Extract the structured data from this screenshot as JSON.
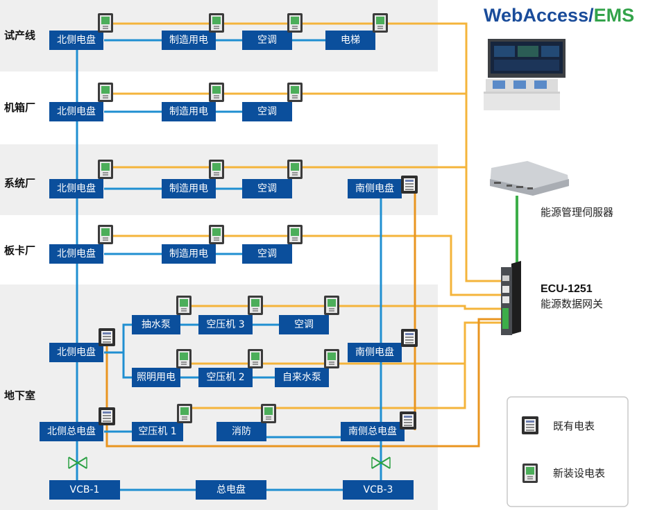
{
  "brand": {
    "part1": "WebAccess/",
    "part2": "EMS",
    "color1": "#1a4c9a",
    "color2": "#33a34a"
  },
  "colors": {
    "band": "#efefef",
    "box": "#0b4f9c",
    "blue_line": "#1f8fd1",
    "yellow_line": "#f4b43b",
    "orange_line": "#e99520",
    "green_line": "#3dae49"
  },
  "floors": {
    "shiyan": "试产线",
    "jixiang": "机箱厂",
    "xitong": "系统厂",
    "banka": "板卡厂",
    "dixia": "地下室"
  },
  "boxes": {
    "f1_north": "北侧电盘",
    "f1_mfg": "制造用电",
    "f1_ac": "空调",
    "f1_elevator": "电梯",
    "f2_north": "北侧电盘",
    "f2_mfg": "制造用电",
    "f2_ac": "空调",
    "f3_north": "北侧电盘",
    "f3_mfg": "制造用电",
    "f3_ac": "空调",
    "f3_south": "南侧电盘",
    "f4_north": "北侧电盘",
    "f4_mfg": "制造用电",
    "f4_ac": "空调",
    "b_pump": "抽水泵",
    "b_comp3": "空压机 3",
    "b_ac": "空调",
    "b_north": "北侧电盘",
    "b_south": "南侧电盘",
    "b_light": "照明用电",
    "b_comp2": "空压机 2",
    "b_water": "自来水泵",
    "b_north_main": "北侧总电盘",
    "b_comp1": "空压机 1",
    "b_fire": "消防",
    "b_south_main": "南侧总电盘",
    "vcb1": "VCB-1",
    "main_panel": "总电盘",
    "vcb3": "VCB-3"
  },
  "server_label": "能源管理伺服器",
  "gateway": {
    "model": "ECU-1251",
    "desc": "能源数据网关"
  },
  "legend": {
    "existing": "既有电表",
    "new": "新装设电表"
  },
  "icons": {
    "existing_meter": "existing-meter-icon",
    "new_meter": "new-meter-icon",
    "workstation": "workstation-icon",
    "server": "server-icon",
    "gateway": "gateway-device-icon",
    "breaker": "breaker-icon"
  }
}
